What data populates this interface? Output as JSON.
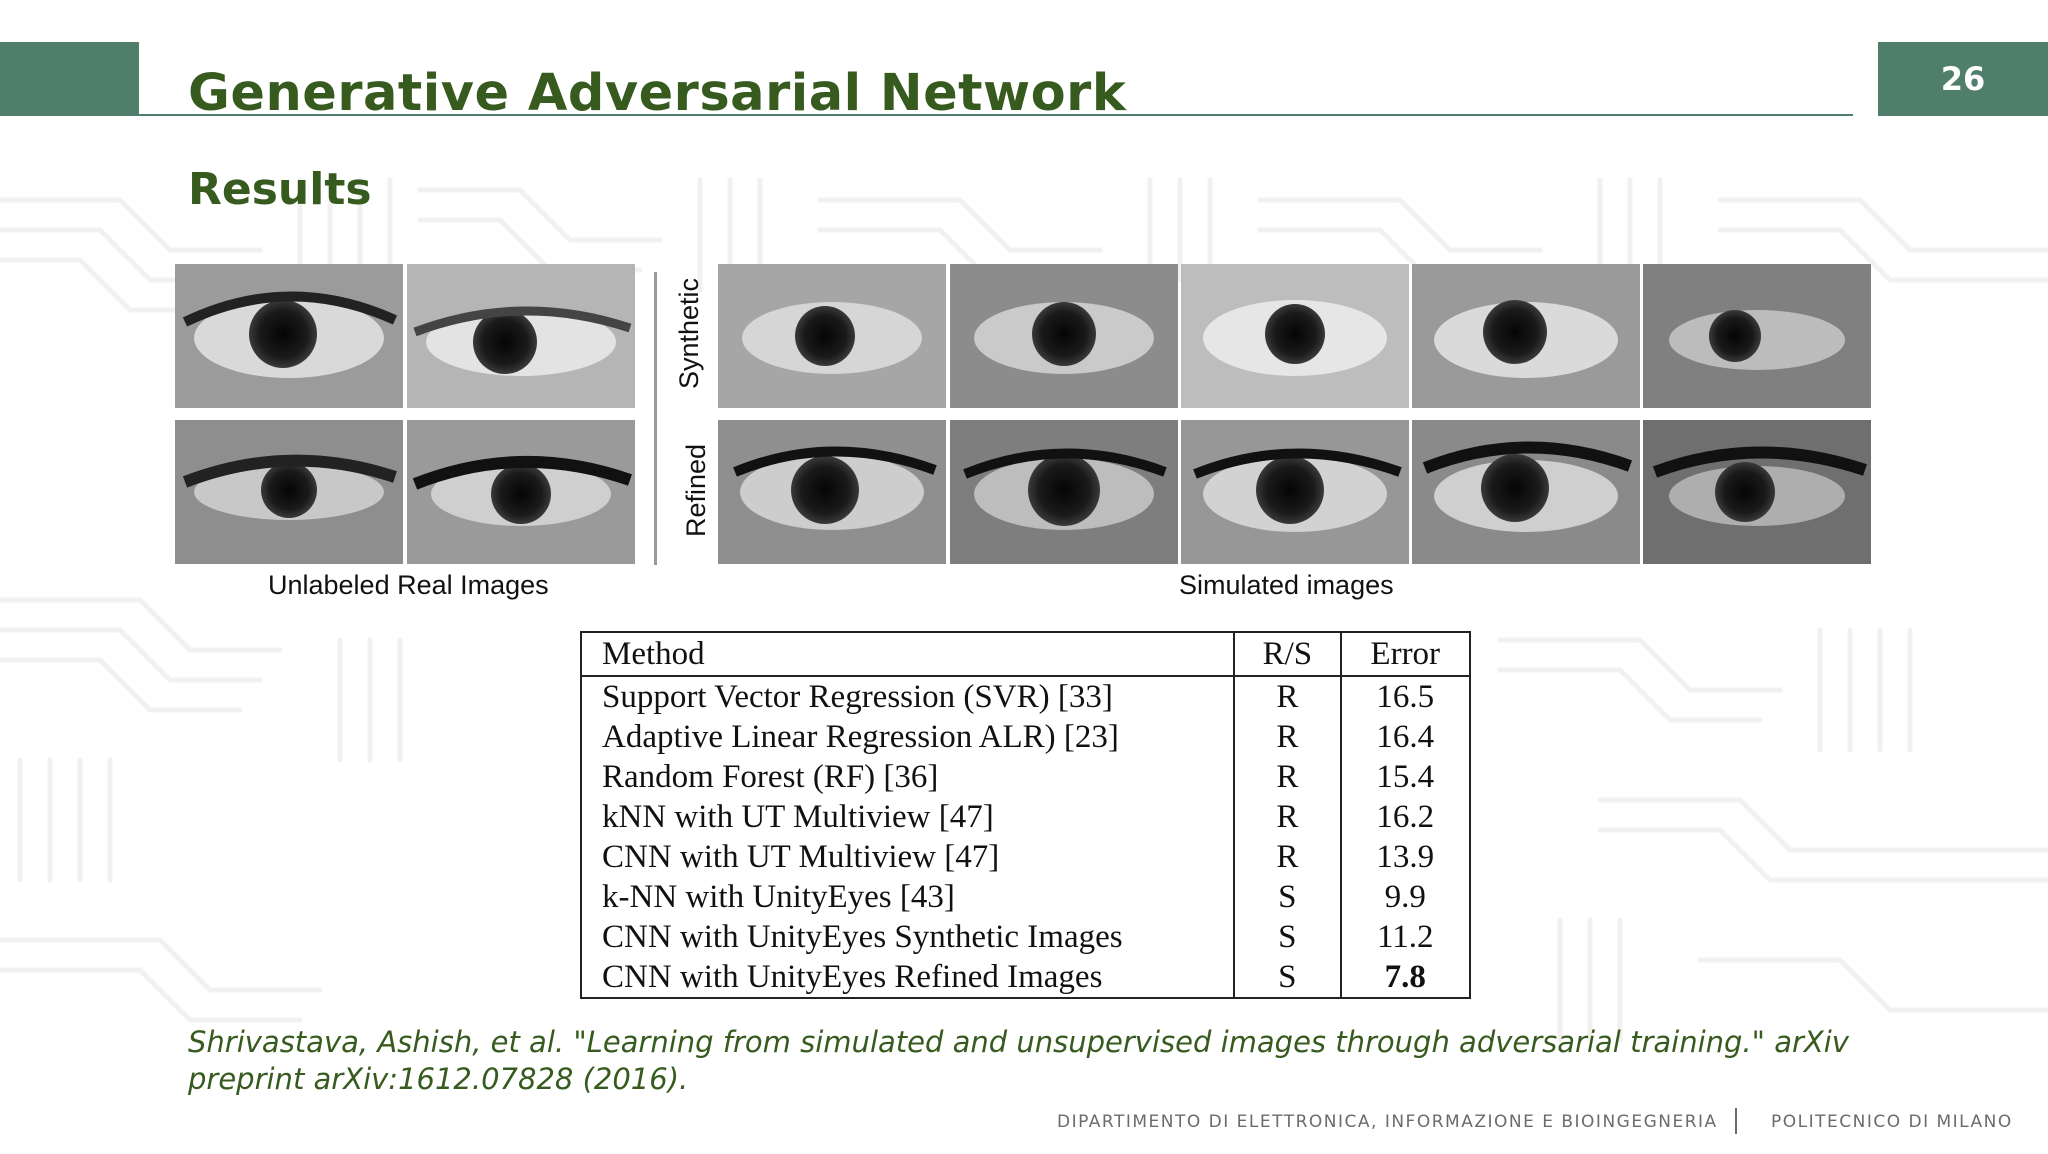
{
  "header": {
    "title": "Generative Adversarial Network",
    "page_number": "26",
    "accent_color": "#4f7f6b",
    "title_color": "#375b1e"
  },
  "section": {
    "subtitle": "Results"
  },
  "figure": {
    "real_label": "Unlabeled Real Images",
    "simulated_label": "Simulated images",
    "row_label_synthetic": "Synthetic",
    "row_label_refined": "Refined"
  },
  "table": {
    "headers": [
      "Method",
      "R/S",
      "Error"
    ],
    "rows": [
      {
        "method": "Support Vector Regression (SVR) [33]",
        "rs": "R",
        "error": "16.5"
      },
      {
        "method": "Adaptive Linear Regression ALR) [23]",
        "rs": "R",
        "error": "16.4"
      },
      {
        "method": "Random Forest (RF) [36]",
        "rs": "R",
        "error": "15.4"
      },
      {
        "method": "kNN with UT Multiview [47]",
        "rs": "R",
        "error": "16.2"
      },
      {
        "method": "CNN with UT Multiview [47]",
        "rs": "R",
        "error": "13.9"
      },
      {
        "method": "k-NN with UnityEyes [43]",
        "rs": "S",
        "error": "9.9"
      },
      {
        "method": "CNN with UnityEyes Synthetic Images",
        "rs": "S",
        "error": "11.2"
      },
      {
        "method": "CNN with UnityEyes Refined Images",
        "rs": "S",
        "error": "7.8"
      }
    ]
  },
  "citation": "Shrivastava, Ashish, et al. \"Learning from simulated and unsupervised images through adversarial training.\" arXiv preprint arXiv:1612.07828 (2016).",
  "footer": {
    "department": "DIPARTIMENTO DI ELETTRONICA, INFORMAZIONE E BIOINGEGNERIA",
    "university": "POLITECNICO DI MILANO"
  }
}
